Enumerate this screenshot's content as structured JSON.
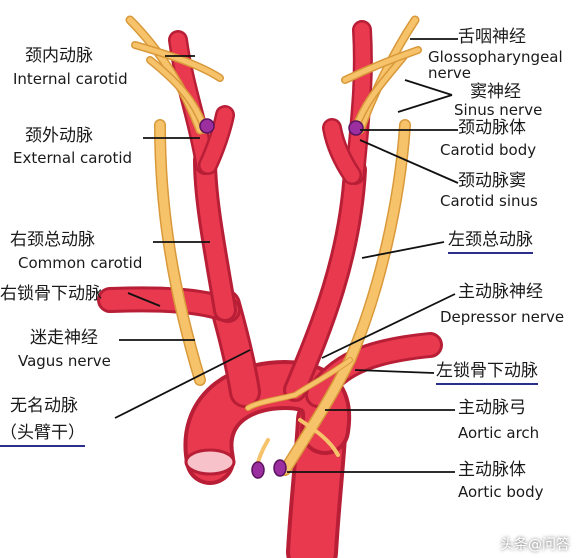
{
  "colors": {
    "artery": "#e8394f",
    "artery_dark": "#b81f36",
    "nerve": "#f6c36b",
    "nerve_edge": "#d9993a",
    "body": "#9b2fa0",
    "leader": "#111111",
    "underline": "#2b2f8c"
  },
  "labels": {
    "internal_carotid_zh": "颈内动脉",
    "internal_carotid_en": "Internal carotid",
    "external_carotid_zh": "颈外动脉",
    "external_carotid_en": "External carotid",
    "right_common_carotid_zh": "右颈总动脉",
    "right_common_carotid_en": "Common carotid",
    "right_subclavian_zh": "右锁骨下动脉",
    "vagus_zh": "迷走神经",
    "vagus_en": "Vagus nerve",
    "innominate_zh": "无名动脉",
    "innominate_sub_zh": "（头臂干）",
    "glossopharyngeal_zh": "舌咽神经",
    "glossopharyngeal_en_1": "Glossopharyngeal",
    "glossopharyngeal_en_2": "nerve",
    "sinus_nerve_zh": "窦神经",
    "sinus_nerve_en": "Sinus nerve",
    "carotid_body_zh": "颈动脉体",
    "carotid_body_en": "Carotid body",
    "carotid_sinus_zh": "颈动脉窦",
    "carotid_sinus_en": "Carotid sinus",
    "left_common_carotid_zh": "左颈总动脉",
    "depressor_zh": "主动脉神经",
    "depressor_en": "Depressor nerve",
    "left_subclavian_zh": "左锁骨下动脉",
    "aortic_arch_zh": "主动脉弓",
    "aortic_arch_en": "Aortic arch",
    "aortic_body_zh": "主动脉体",
    "aortic_body_en": "Aortic body"
  },
  "watermark": "头条@问答"
}
